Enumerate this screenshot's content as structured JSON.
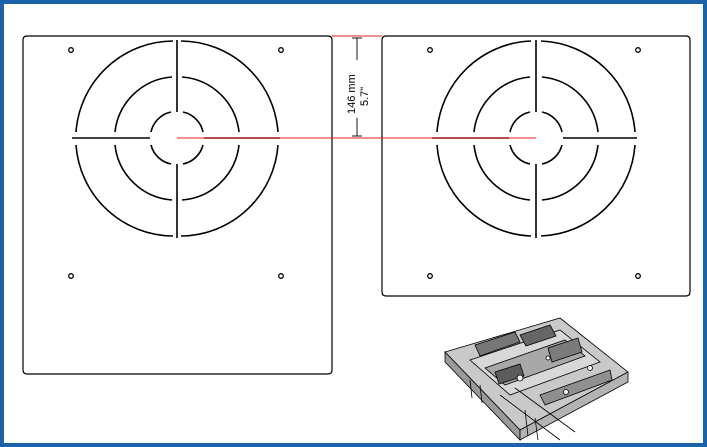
{
  "figure": {
    "border_color": "#1a63a8",
    "accent_line_color": "#e02020",
    "dimension": {
      "value_mm": "146 mm",
      "value_in": "5.7\""
    },
    "panels": [
      {
        "name": "left-mounting-plate",
        "holes": 4,
        "concentric_cutouts": 3
      },
      {
        "name": "right-mounting-plate",
        "holes": 4,
        "concentric_cutouts": 3
      }
    ],
    "inset": {
      "description_icon": "bracket-hardware-illustration"
    }
  }
}
